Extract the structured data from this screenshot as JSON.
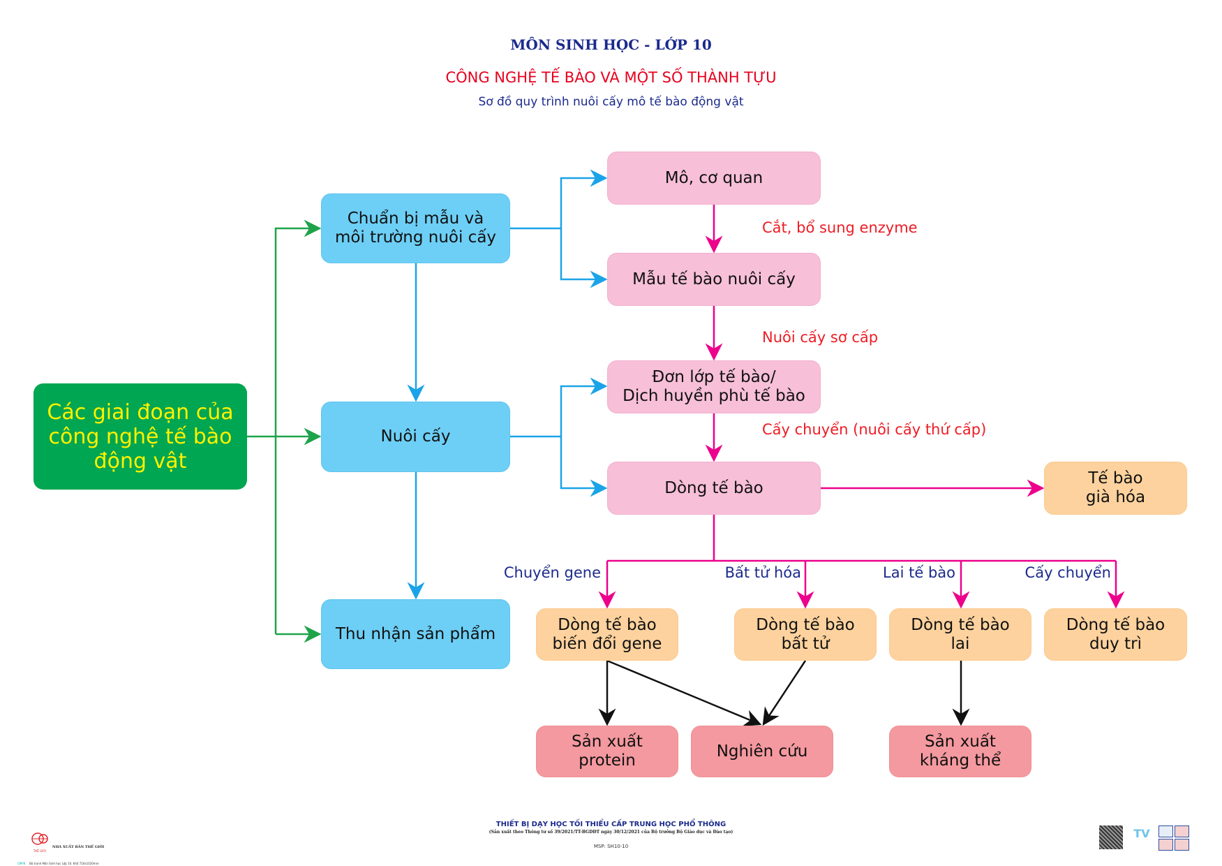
{
  "header": {
    "subject": "MÔN SINH HỌC - LỚP 10",
    "topic": "CÔNG NGHỆ TẾ BÀO VÀ MỘT SỐ THÀNH TỰU",
    "subtitle": "Sơ đồ quy trình nuôi cấy mô tế bào động vật"
  },
  "colors": {
    "title_blue": "#1b2a8c",
    "title_red": "#e6001e",
    "green": "#00a651",
    "blue": "#6dcff6",
    "pink": "#f7bfd8",
    "orange": "#fdd29e",
    "red": "#f4999f",
    "arrow_green": "#1fa34a",
    "arrow_blue": "#1aa3e8",
    "arrow_pink": "#ec008c"
  },
  "nodes": {
    "root": "Các giai đoạn của\ncông nghệ tế bào\nđộng vật",
    "prep": "Chuẩn bị mẫu và\nmôi trường nuôi cấy",
    "culture": "Nuôi cấy",
    "harvest": "Thu nhận sản phẩm",
    "tissue": "Mô, cơ quan",
    "sample": "Mẫu tế bào nuôi cấy",
    "monolayer": "Đơn lớp tế bào/\nDịch huyền phù tế bào",
    "cell_line": "Dòng tế bào",
    "aged": "Tế bào\ngià hóa",
    "transgenic": "Dòng tế bào\nbiến đổi gene",
    "immortal": "Dòng tế bào\nbất tử",
    "hybrid": "Dòng tế bào\nlai",
    "maintained": "Dòng tế bào\nduy trì",
    "protein": "Sản xuất\nprotein",
    "research": "Nghiên cứu",
    "antibody": "Sản xuất\nkháng thể"
  },
  "edge_labels": {
    "cut_enzyme": "Cắt, bổ sung enzyme",
    "primary": "Nuôi cấy sơ cấp",
    "secondary": "Cấy chuyển (nuôi cấy thứ cấp)",
    "gene_transfer": "Chuyển gene",
    "immortalize": "Bất tử hóa",
    "fusion": "Lai tế bào",
    "subculture": "Cấy chuyển"
  },
  "footer": {
    "program": "THIẾT BỊ DẠY HỌC TỐI THIỂU CẤP TRUNG HỌC PHỔ THÔNG",
    "regulation": "(Sản xuất theo Thông tư số 39/2021/TT-BGDĐT ngày 30/12/2021 của Bộ trưởng Bộ Giáo dục và Đào tạo)",
    "code": "MSP: SH10-10",
    "publisher": "NHÀ XUẤT BẢN THẾ GIỚI",
    "publisher_logo_text": "THẾ GIỚI",
    "cmyk": "CMYK",
    "print_info": "Bộ tranh Môn Sinh học Lớp 10. Khổ 720x1020mm"
  }
}
